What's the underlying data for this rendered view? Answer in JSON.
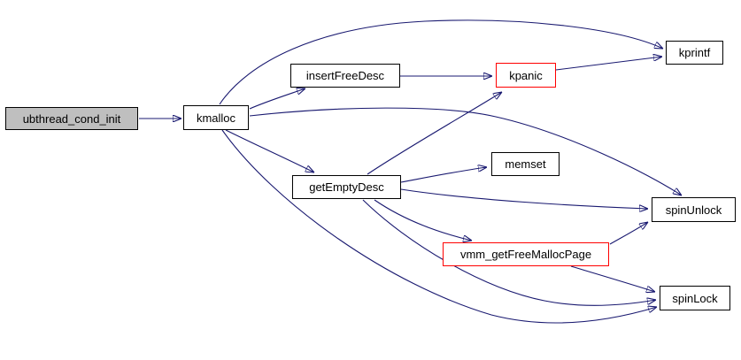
{
  "diagram": {
    "type": "call-graph",
    "background_color": "#ffffff",
    "colors": {
      "edge": "#191970",
      "node_border": "#000000",
      "node_fill": "#ffffff",
      "highlighted_node_fill": "#bfbfbf",
      "truncated_node_border": "#ff0000",
      "text": "#000000"
    },
    "nodes": {
      "ubthread_cond_init": {
        "label": "ubthread_cond_init",
        "style": "highlighted"
      },
      "kmalloc": {
        "label": "kmalloc",
        "style": "normal"
      },
      "insertFreeDesc": {
        "label": "insertFreeDesc",
        "style": "normal"
      },
      "kpanic": {
        "label": "kpanic",
        "style": "truncated"
      },
      "kprintf": {
        "label": "kprintf",
        "style": "normal"
      },
      "getEmptyDesc": {
        "label": "getEmptyDesc",
        "style": "normal"
      },
      "memset": {
        "label": "memset",
        "style": "normal"
      },
      "spinUnlock": {
        "label": "spinUnlock",
        "style": "normal"
      },
      "vmm_getFreeMallocPage": {
        "label": "vmm_getFreeMallocPage",
        "style": "truncated"
      },
      "spinLock": {
        "label": "spinLock",
        "style": "normal"
      }
    },
    "edges": [
      {
        "from": "ubthread_cond_init",
        "to": "kmalloc"
      },
      {
        "from": "kmalloc",
        "to": "insertFreeDesc"
      },
      {
        "from": "kmalloc",
        "to": "kprintf"
      },
      {
        "from": "kmalloc",
        "to": "spinUnlock"
      },
      {
        "from": "kmalloc",
        "to": "getEmptyDesc"
      },
      {
        "from": "kmalloc",
        "to": "spinLock"
      },
      {
        "from": "insertFreeDesc",
        "to": "kpanic"
      },
      {
        "from": "kpanic",
        "to": "kprintf"
      },
      {
        "from": "getEmptyDesc",
        "to": "kpanic"
      },
      {
        "from": "getEmptyDesc",
        "to": "memset"
      },
      {
        "from": "getEmptyDesc",
        "to": "spinUnlock"
      },
      {
        "from": "getEmptyDesc",
        "to": "vmm_getFreeMallocPage"
      },
      {
        "from": "getEmptyDesc",
        "to": "spinLock"
      },
      {
        "from": "vmm_getFreeMallocPage",
        "to": "spinUnlock"
      },
      {
        "from": "vmm_getFreeMallocPage",
        "to": "spinLock"
      }
    ]
  }
}
